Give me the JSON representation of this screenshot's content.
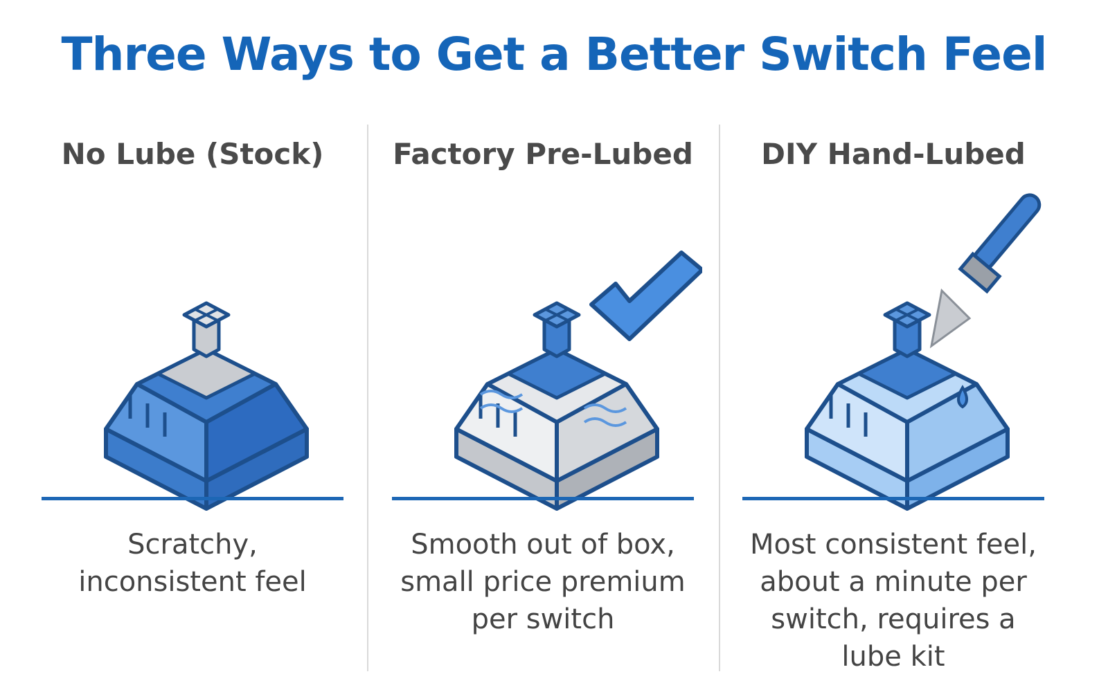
{
  "title": "Three Ways to Get a Better Switch Feel",
  "colors": {
    "accent": "#1565b8",
    "switch_blue": "#3f7fcf",
    "switch_gray": "#c9ccd1",
    "outline": "#1d4f8c"
  },
  "columns": [
    {
      "title": "No Lube (Stock)",
      "icon": "keyboard-switch-blue-icon",
      "desc_lines": [
        "Scratchy,",
        "inconsistent feel"
      ]
    },
    {
      "title": "Factory Pre-Lubed",
      "icon": "keyboard-switch-prelubed-icon",
      "badge_icon": "checkmark-icon",
      "desc_lines": [
        "Smooth out of box,",
        "small price premium",
        "per switch"
      ]
    },
    {
      "title": "DIY Hand-Lubed",
      "icon": "keyboard-switch-lubed-icon",
      "badge_icon": "paintbrush-icon",
      "desc_lines": [
        "Most consistent feel,",
        "about a minute per",
        "switch, requires a",
        "lube kit"
      ]
    }
  ]
}
